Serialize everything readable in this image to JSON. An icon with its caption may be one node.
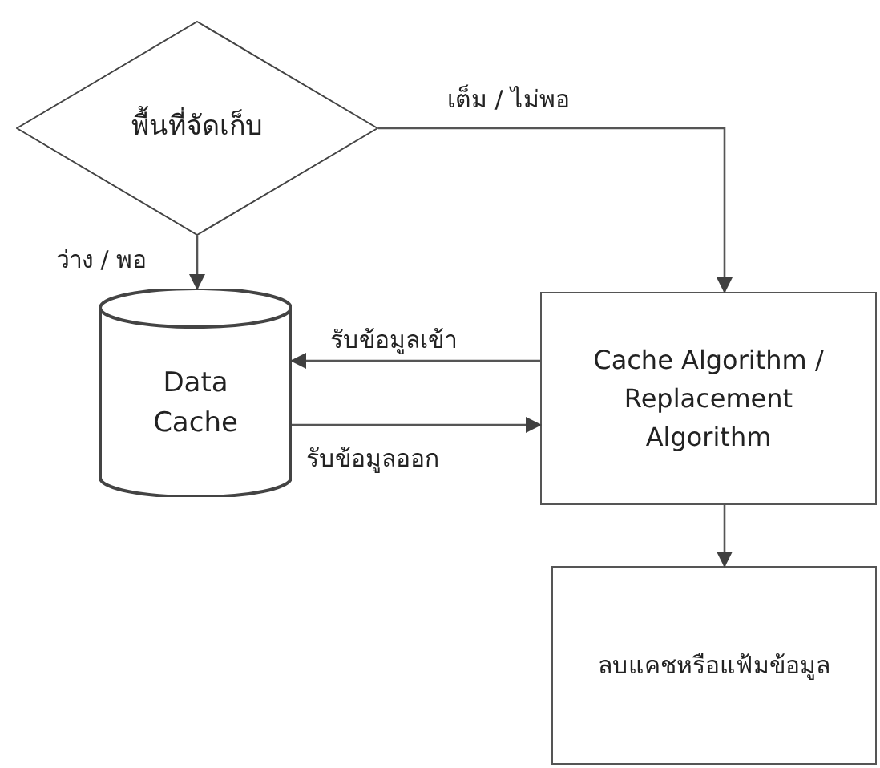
{
  "diagram": {
    "nodes": [
      {
        "text": [
          "พื้นที่จัดเก็บ"
        ]
      },
      {
        "text": [
          "Data Cache"
        ]
      },
      {
        "text": [
          "Cache Algorithm / Replacement Algorithm"
        ]
      },
      {
        "text": [
          "ลบแคชหรือแฟ้มข้อมูล"
        ]
      }
    ],
    "edges": [
      {
        "from": 0,
        "to": 1,
        "arrow": "to",
        "label": "ว่าง / พอ"
      },
      {
        "from": 0,
        "to": 2,
        "arrow": "to",
        "label": "เต็ม / ไม่พอ"
      },
      {
        "from": 2,
        "to": 1,
        "arrow": "to",
        "label": "รับข้อมูลเข้า"
      },
      {
        "from": 1,
        "to": 2,
        "arrow": "to",
        "label": "รับข้อมูลออก"
      },
      {
        "from": 2,
        "to": 3,
        "arrow": "to"
      }
    ]
  }
}
